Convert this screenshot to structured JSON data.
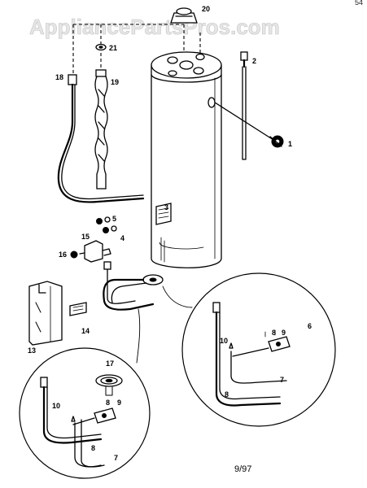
{
  "watermark": "AppliancePartsPros.com",
  "corner_code": "54",
  "date_code": "9/97",
  "callouts": {
    "c1": "1",
    "c2": "2",
    "c3": "3",
    "c4": "4",
    "c5": "5",
    "c6": "6",
    "c7a": "7",
    "c7b": "7",
    "c8a": "8",
    "c8b": "8",
    "c8s1": "8",
    "c9s1": "9",
    "c8s2": "8",
    "c9s2": "9",
    "c10a": "10",
    "c10b": "10",
    "c13": "13",
    "c14": "14",
    "c15": "15",
    "c16": "16",
    "c17": "17",
    "c18": "18",
    "c19": "19",
    "c20": "20",
    "c21": "21"
  }
}
